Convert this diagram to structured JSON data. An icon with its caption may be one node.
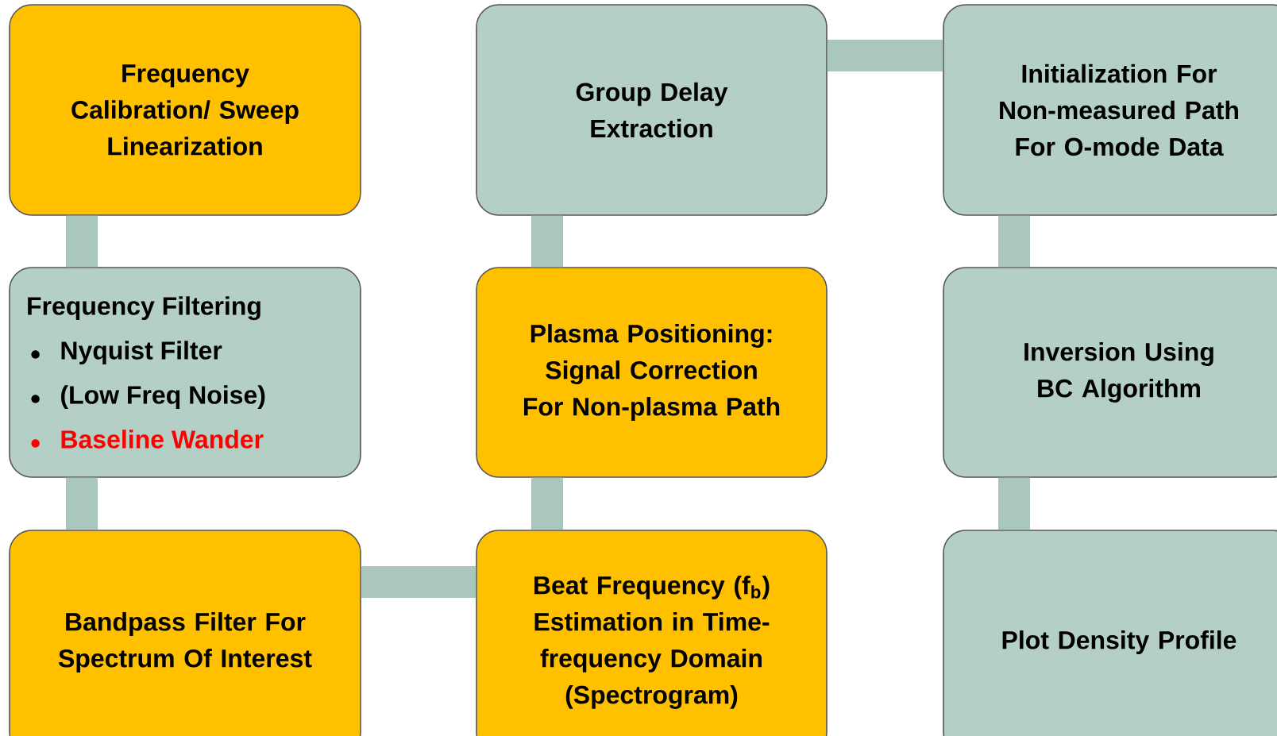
{
  "diagram": {
    "nodes": [
      {
        "text": [
          "Frequency Calibration/ Sweep Linearization"
        ]
      },
      {
        "text": [
          "Frequency Filtering",
          "Nyquist Filter",
          "(Low Freq Noise)",
          "Baseline Wander"
        ]
      },
      {
        "text": [
          "Bandpass Filter For Spectrum Of Interest"
        ]
      },
      {
        "text": [
          "Group Delay Extraction"
        ]
      },
      {
        "text": [
          "Plasma Positioning: Signal Correction For Non-plasma Path"
        ]
      },
      {
        "text": [
          "Beat Frequency (f$_{b}$) Estimation in Time-frequency Domain (Spectrogram)"
        ]
      },
      {
        "text": [
          "Initialization For Non-measured Path For O-mode Data"
        ]
      },
      {
        "text": [
          "Inversion Using BC Algorithm"
        ]
      },
      {
        "text": [
          "Plot Density Profile"
        ]
      }
    ],
    "edges": [
      {
        "from": 0,
        "to": 1,
        "arrow": "none"
      },
      {
        "from": 1,
        "to": 2,
        "arrow": "none"
      },
      {
        "from": 2,
        "to": 5,
        "arrow": "none"
      },
      {
        "from": 5,
        "to": 4,
        "arrow": "none"
      },
      {
        "from": 4,
        "to": 3,
        "arrow": "none"
      },
      {
        "from": 3,
        "to": 6,
        "arrow": "none"
      },
      {
        "from": 6,
        "to": 7,
        "arrow": "none"
      },
      {
        "from": 7,
        "to": 8,
        "arrow": "none"
      }
    ]
  }
}
